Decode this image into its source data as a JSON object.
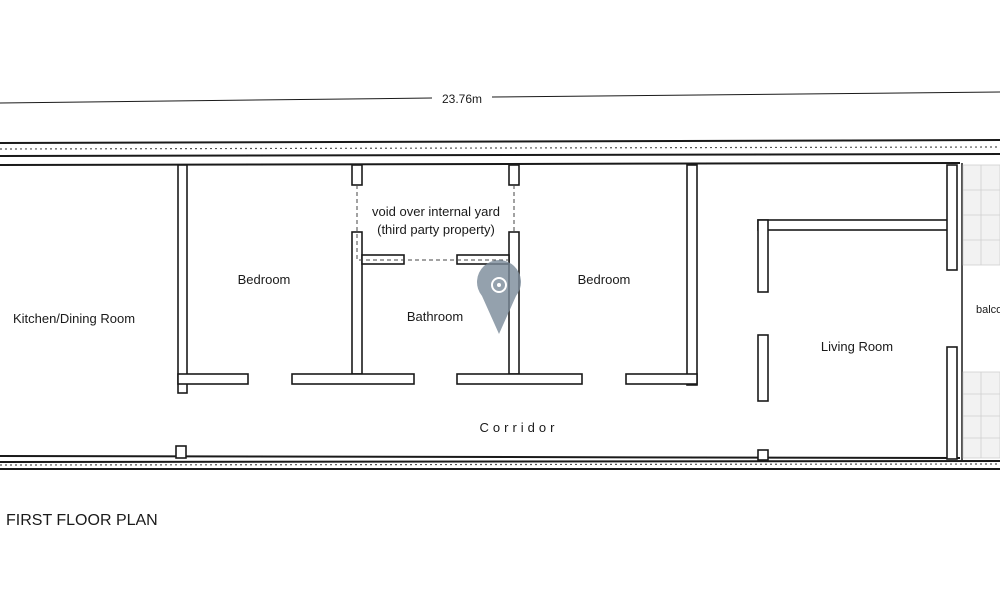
{
  "dimension": {
    "overall_length": "23.76m"
  },
  "title": "FIRST FLOOR PLAN",
  "rooms": {
    "kitchen": "Kitchen/Dining Room",
    "bedroom_left": "Bedroom",
    "void_line1": "void over internal yard",
    "void_line2": "(third party property)",
    "bathroom": "Bathroom",
    "bedroom_right": "Bedroom",
    "living_room": "Living Room",
    "corridor": "Corridor",
    "balcony": "balco"
  },
  "colors": {
    "line": "#1a1a1a",
    "marker": "#7a8a99"
  },
  "icons": {
    "marker": "location-pin-icon"
  }
}
